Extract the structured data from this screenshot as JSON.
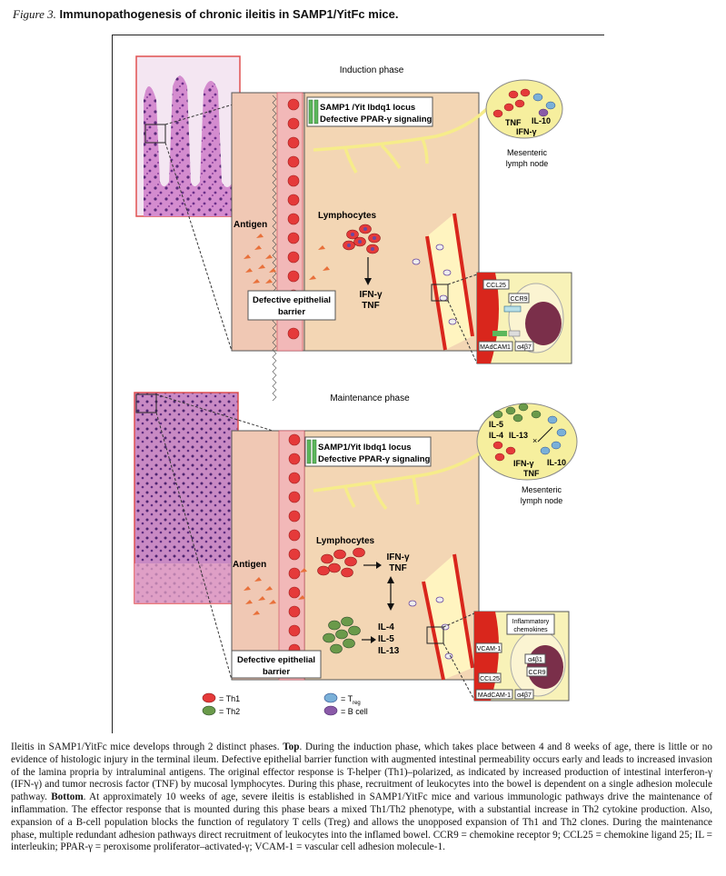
{
  "figure": {
    "label": "Figure 3.",
    "title": "Immunopathogenesis of chronic ileitis in SAMP1/YitFc mice."
  },
  "top_panel": {
    "phase": "Induction phase",
    "locus_line1": "SAMP1 /Yit lbdq1 locus",
    "locus_line2": "Defective PPAR-γ signaling",
    "antigen": "Antigen",
    "lymphocytes": "Lymphocytes",
    "barrier_line1": "Defective epithelial",
    "barrier_line2": "barrier",
    "cytokine1": "IFN-γ",
    "cytokine2": "TNF",
    "node_labels": [
      "TNF",
      "IL-10",
      "IFN-γ"
    ],
    "node_caption1": "Mesenteric",
    "node_caption2": "lymph node",
    "inset": {
      "ccl25": "CCL25",
      "ccr9": "CCR9",
      "madcam": "MAdCAM1",
      "a4b7": "α4β7"
    }
  },
  "bottom_panel": {
    "phase": "Maintenance phase",
    "locus_line1": "SAMP1/Yit lbdq1 locus",
    "locus_line2": "Defective PPAR-γ signaling",
    "antigen": "Antigen",
    "lymphocytes": "Lymphocytes",
    "barrier_line1": "Defective epithelial",
    "barrier_line2": "barrier",
    "th1_cytokines": [
      "IFN-γ",
      "TNF"
    ],
    "th2_cytokines": [
      "IL-4",
      "IL-5",
      "IL-13"
    ],
    "node_labels": [
      "IL-5",
      "IL-4",
      "IL-13",
      "IFN-γ",
      "IL-10",
      "TNF"
    ],
    "node_caption1": "Mesenteric",
    "node_caption2": "lymph node",
    "inset": {
      "chemokines1": "Inflammatory",
      "chemokines2": "chemokines",
      "vcam": "VCAM-1",
      "a4b1": "α4β1",
      "ccr9": "CCR9",
      "ccl25": "CCL25",
      "madcam": "MAdCAM-1",
      "a4b7": "α4β7"
    }
  },
  "legend": {
    "th1": "= Th1",
    "th2": "= Th2",
    "treg": "= T",
    "treg_sub": "reg",
    "bcell": "= B cell"
  },
  "caption": {
    "s1": "Ileitis in SAMP1/YitFc mice develops through 2 distinct phases. ",
    "top_label": "Top",
    "s2": ". During the induction phase, which takes place between 4 and 8 weeks of age, there is little or no evidence of histologic injury in the terminal ileum. Defective epithelial barrier function with augmented intestinal permeability occurs early and leads to increased invasion of the lamina propria by intraluminal antigens. The original effector response is T-helper (Th1)–polarized, as indicated by increased production of intestinal interferon-γ (IFN-γ) and tumor necrosis factor (TNF) by mucosal lymphocytes. During this phase, recruitment of leukocytes into the bowel is dependent on a single adhesion molecule pathway. ",
    "bottom_label": "Bottom",
    "s3": ". At approximately 10 weeks of age, severe ileitis is established in SAMP1/YitFc mice and various immunologic pathways drive the maintenance of inflammation. The effector response that is mounted during this phase bears a mixed Th1/Th2 phenotype, with a substantial increase in Th2 cytokine production. Also, expansion of a B-cell population blocks the function of regulatory T cells (Treg) and allows the unopposed expansion of Th1 and Th2 clones. During the maintenance phase, multiple redundant adhesion pathways direct recruitment of leukocytes into the inflamed bowel. CCR9 = chemokine receptor 9; CCL25 = chemokine ligand 25; IL = interleukin; PPAR-γ = peroxisome proliferator–activated-γ; VCAM-1 = vascular cell adhesion molecule-1."
  },
  "colors": {
    "tissue": "#f3d6b4",
    "epithelium": "#f2b8b8",
    "vessel": "#d9261c",
    "node": "#f6ef9e",
    "histology": "#a44c9c"
  }
}
